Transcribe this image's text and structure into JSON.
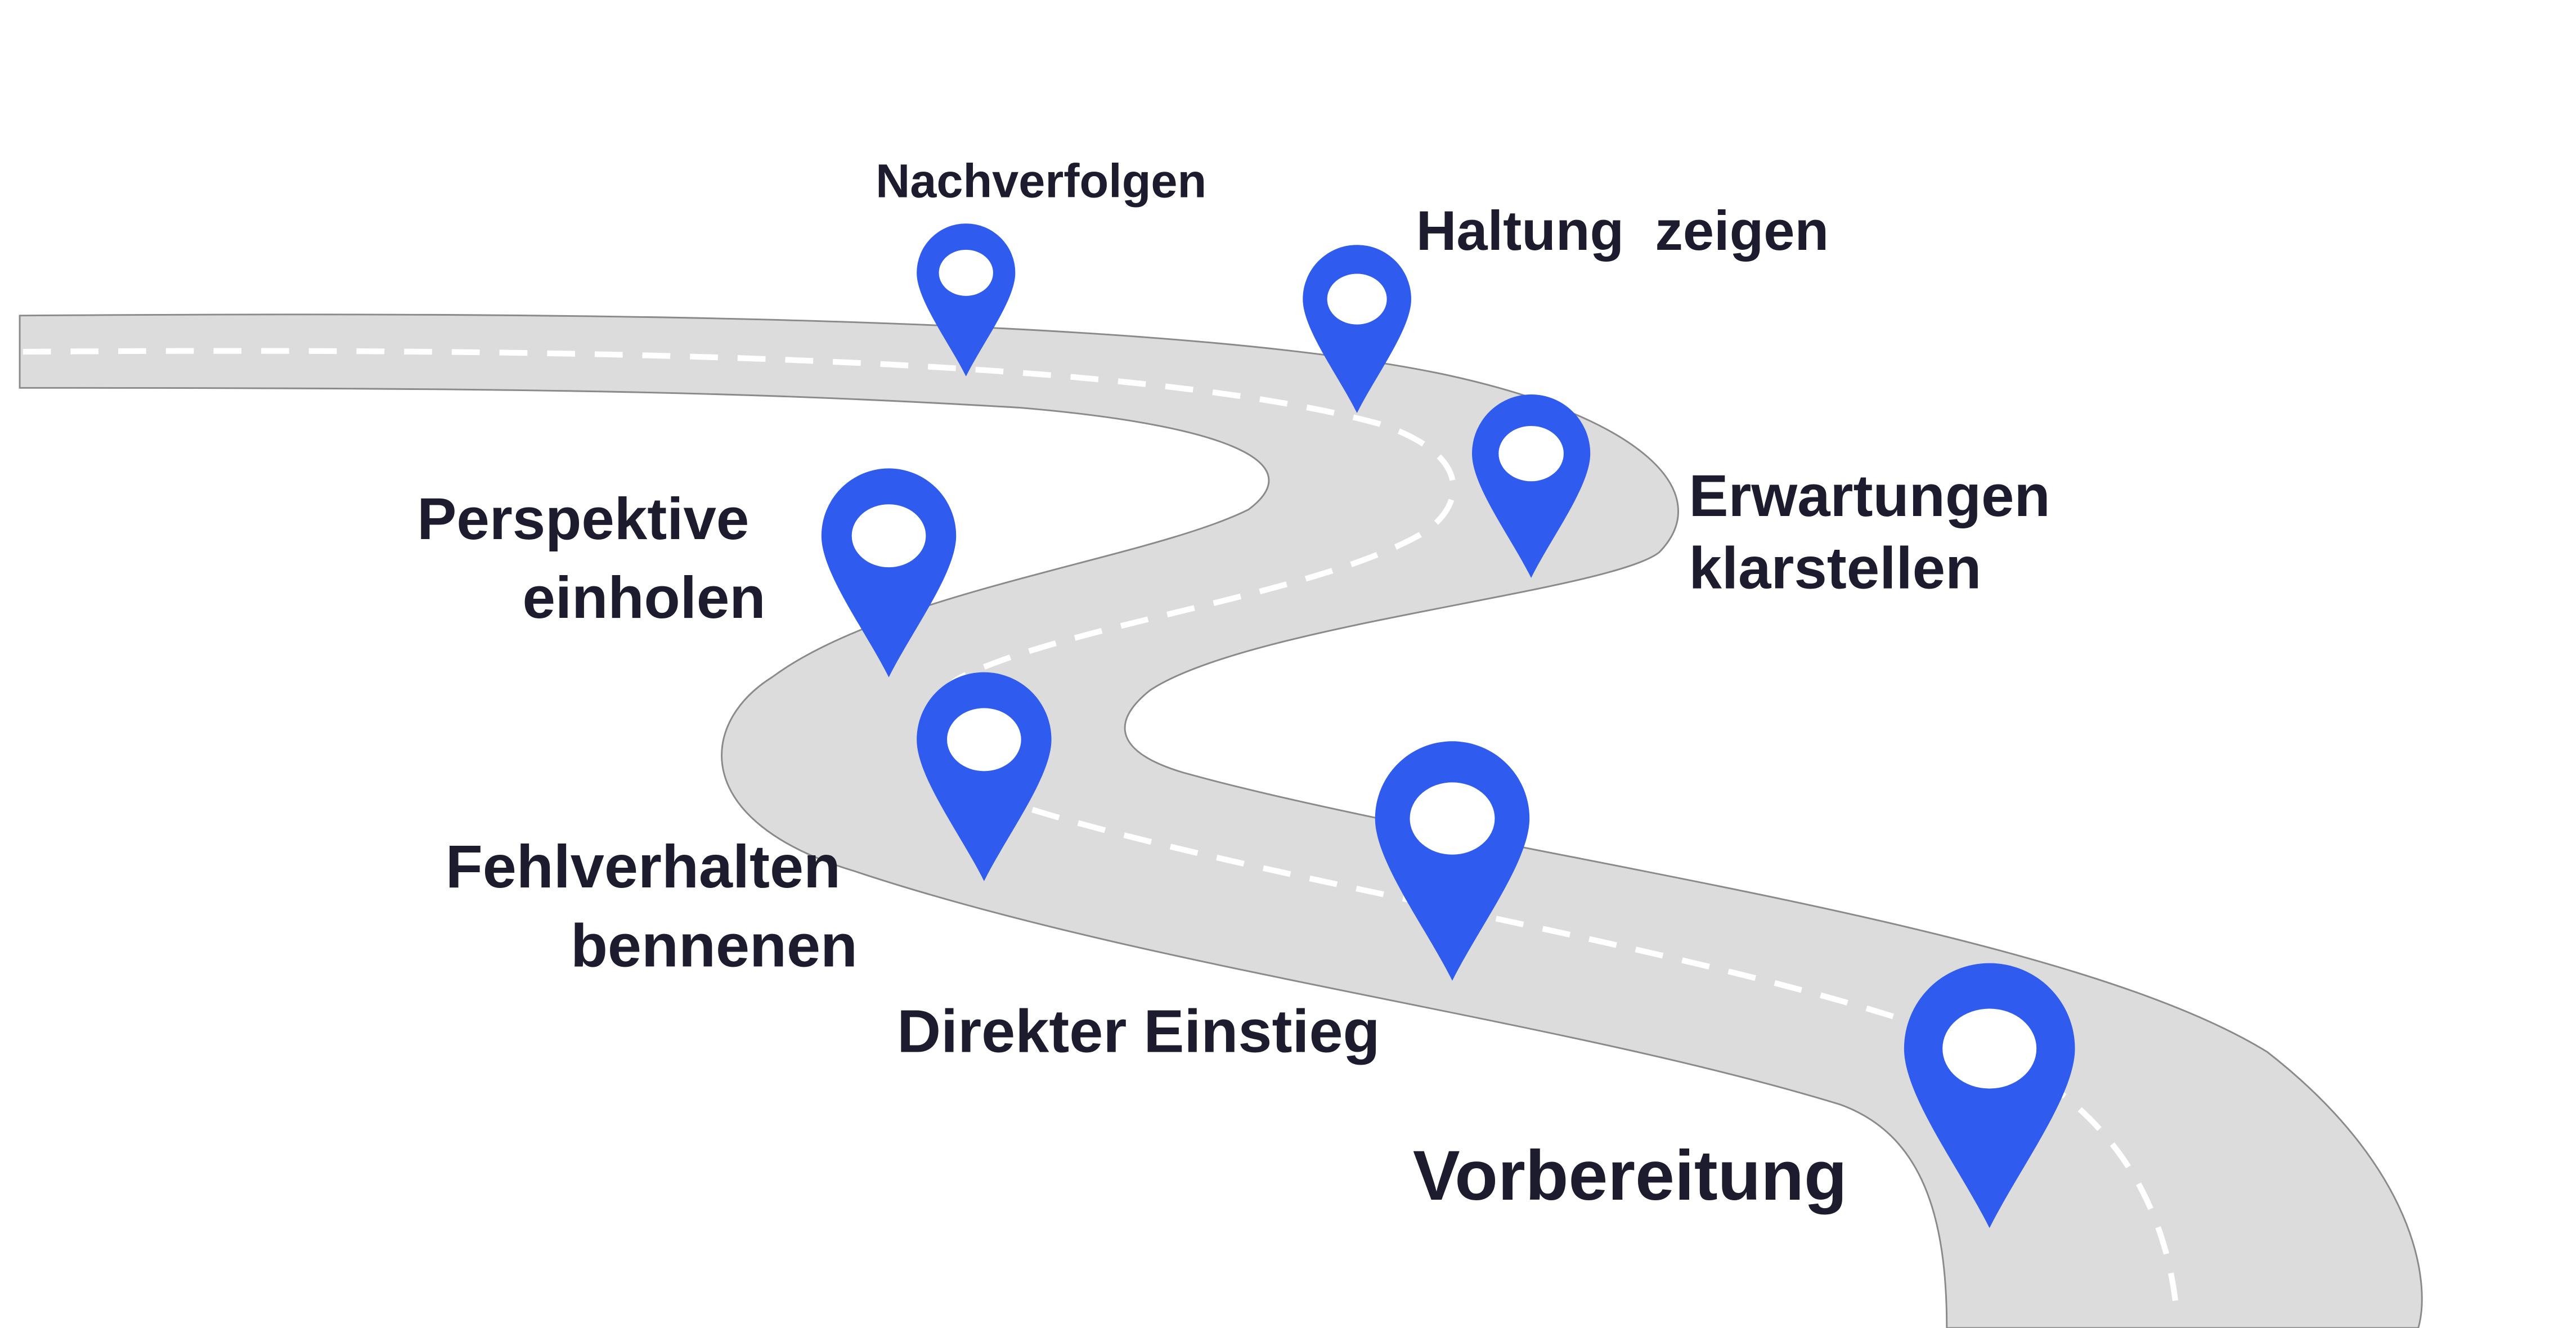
{
  "colors": {
    "road": "#dcdcdc",
    "road_edge": "#8a8a8a",
    "dash": "#ffffff",
    "pin": "#2f5bef",
    "text": "#1c1c2e"
  },
  "milestones": [
    {
      "id": "vorbereitung",
      "step": 1,
      "label_lines": [
        "Vorbereitung"
      ],
      "icon": "map-pin-icon"
    },
    {
      "id": "direkter-einstieg",
      "step": 2,
      "label_lines": [
        "Direkter Einstieg"
      ],
      "icon": "map-pin-icon"
    },
    {
      "id": "fehlverhalten-bennenen",
      "step": 3,
      "label_lines": [
        "Fehlverhalten",
        "bennenen"
      ],
      "icon": "map-pin-icon"
    },
    {
      "id": "perspektive-einholen",
      "step": 4,
      "label_lines": [
        "Perspektive",
        "einholen"
      ],
      "icon": "map-pin-icon"
    },
    {
      "id": "erwartungen-klarstellen",
      "step": 5,
      "label_lines": [
        "Erwartungen",
        "klarstellen"
      ],
      "icon": "map-pin-icon"
    },
    {
      "id": "haltung-zeigen",
      "step": 6,
      "label_lines": [
        "Haltung  zeigen"
      ],
      "icon": "map-pin-icon"
    },
    {
      "id": "nachverfolgen",
      "step": 7,
      "label_lines": [
        "Nachverfolgen"
      ],
      "icon": "map-pin-icon"
    }
  ]
}
